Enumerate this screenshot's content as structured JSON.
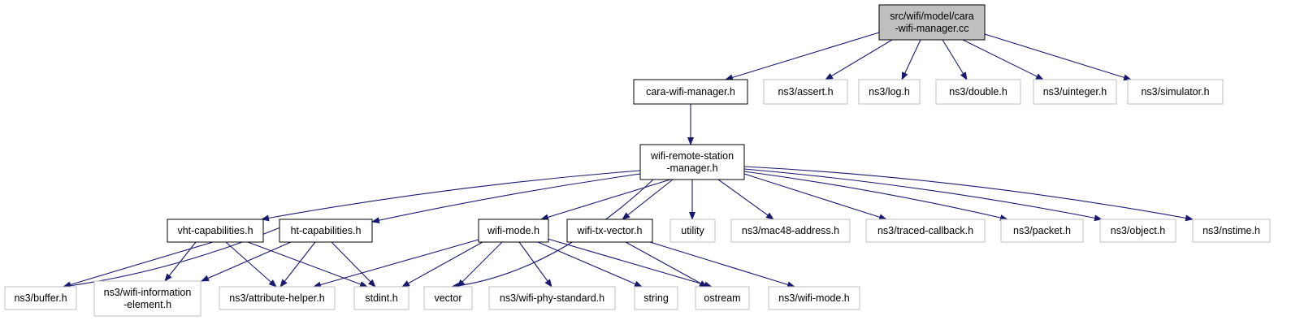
{
  "colors": {
    "edge": "#191970",
    "root_fill": "#bfbfbf",
    "root_border": "#000000",
    "documented_border": "#000000",
    "external_border": "#bfbfbf",
    "text": "#000000"
  },
  "nodes": [
    {
      "id": "root",
      "kind": "root",
      "lines": [
        "src/wifi/model/cara",
        "-wifi-manager.cc"
      ]
    },
    {
      "id": "cara",
      "kind": "documented",
      "lines": [
        "cara-wifi-manager.h"
      ]
    },
    {
      "id": "assert",
      "kind": "external",
      "lines": [
        "ns3/assert.h"
      ]
    },
    {
      "id": "log",
      "kind": "external",
      "lines": [
        "ns3/log.h"
      ]
    },
    {
      "id": "double",
      "kind": "external",
      "lines": [
        "ns3/double.h"
      ]
    },
    {
      "id": "uinteger",
      "kind": "external",
      "lines": [
        "ns3/uinteger.h"
      ]
    },
    {
      "id": "simulator",
      "kind": "external",
      "lines": [
        "ns3/simulator.h"
      ]
    },
    {
      "id": "wrsm",
      "kind": "documented",
      "lines": [
        "wifi-remote-station",
        "-manager.h"
      ]
    },
    {
      "id": "vht",
      "kind": "documented",
      "lines": [
        "vht-capabilities.h"
      ]
    },
    {
      "id": "ht",
      "kind": "documented",
      "lines": [
        "ht-capabilities.h"
      ]
    },
    {
      "id": "wmode",
      "kind": "documented",
      "lines": [
        "wifi-mode.h"
      ]
    },
    {
      "id": "wtx",
      "kind": "documented",
      "lines": [
        "wifi-tx-vector.h"
      ]
    },
    {
      "id": "utility",
      "kind": "external",
      "lines": [
        "utility"
      ]
    },
    {
      "id": "mac48",
      "kind": "external",
      "lines": [
        "ns3/mac48-address.h"
      ]
    },
    {
      "id": "traced",
      "kind": "external",
      "lines": [
        "ns3/traced-callback.h"
      ]
    },
    {
      "id": "packet",
      "kind": "external",
      "lines": [
        "ns3/packet.h"
      ]
    },
    {
      "id": "object",
      "kind": "external",
      "lines": [
        "ns3/object.h"
      ]
    },
    {
      "id": "nstime",
      "kind": "external",
      "lines": [
        "ns3/nstime.h"
      ]
    },
    {
      "id": "buffer",
      "kind": "external",
      "lines": [
        "ns3/buffer.h"
      ]
    },
    {
      "id": "wie",
      "kind": "external",
      "lines": [
        "ns3/wifi-information",
        "-element.h"
      ]
    },
    {
      "id": "attr",
      "kind": "external",
      "lines": [
        "ns3/attribute-helper.h"
      ]
    },
    {
      "id": "stdint",
      "kind": "external",
      "lines": [
        "stdint.h"
      ]
    },
    {
      "id": "vector",
      "kind": "external",
      "lines": [
        "vector"
      ]
    },
    {
      "id": "phystd",
      "kind": "external",
      "lines": [
        "ns3/wifi-phy-standard.h"
      ]
    },
    {
      "id": "string",
      "kind": "external",
      "lines": [
        "string"
      ]
    },
    {
      "id": "ostream",
      "kind": "external",
      "lines": [
        "ostream"
      ]
    },
    {
      "id": "wmode3",
      "kind": "external",
      "lines": [
        "ns3/wifi-mode.h"
      ]
    }
  ],
  "edges": [
    {
      "from": "root",
      "to": "cara"
    },
    {
      "from": "root",
      "to": "assert"
    },
    {
      "from": "root",
      "to": "log"
    },
    {
      "from": "root",
      "to": "double"
    },
    {
      "from": "root",
      "to": "uinteger"
    },
    {
      "from": "root",
      "to": "simulator"
    },
    {
      "from": "cara",
      "to": "wrsm"
    },
    {
      "from": "wrsm",
      "to": "vht"
    },
    {
      "from": "wrsm",
      "to": "ht"
    },
    {
      "from": "wrsm",
      "to": "vector"
    },
    {
      "from": "wrsm",
      "to": "wmode"
    },
    {
      "from": "wrsm",
      "to": "wtx"
    },
    {
      "from": "wrsm",
      "to": "utility"
    },
    {
      "from": "wrsm",
      "to": "mac48"
    },
    {
      "from": "wrsm",
      "to": "traced"
    },
    {
      "from": "wrsm",
      "to": "packet"
    },
    {
      "from": "wrsm",
      "to": "object"
    },
    {
      "from": "wrsm",
      "to": "nstime"
    },
    {
      "from": "vht",
      "to": "buffer"
    },
    {
      "from": "vht",
      "to": "wie"
    },
    {
      "from": "vht",
      "to": "attr"
    },
    {
      "from": "vht",
      "to": "stdint"
    },
    {
      "from": "ht",
      "to": "buffer"
    },
    {
      "from": "ht",
      "to": "wie"
    },
    {
      "from": "ht",
      "to": "attr"
    },
    {
      "from": "ht",
      "to": "stdint"
    },
    {
      "from": "wmode",
      "to": "attr"
    },
    {
      "from": "wmode",
      "to": "stdint"
    },
    {
      "from": "wmode",
      "to": "vector"
    },
    {
      "from": "wmode",
      "to": "phystd"
    },
    {
      "from": "wmode",
      "to": "string"
    },
    {
      "from": "wmode",
      "to": "ostream"
    },
    {
      "from": "wtx",
      "to": "ostream"
    },
    {
      "from": "wtx",
      "to": "wmode3"
    }
  ]
}
